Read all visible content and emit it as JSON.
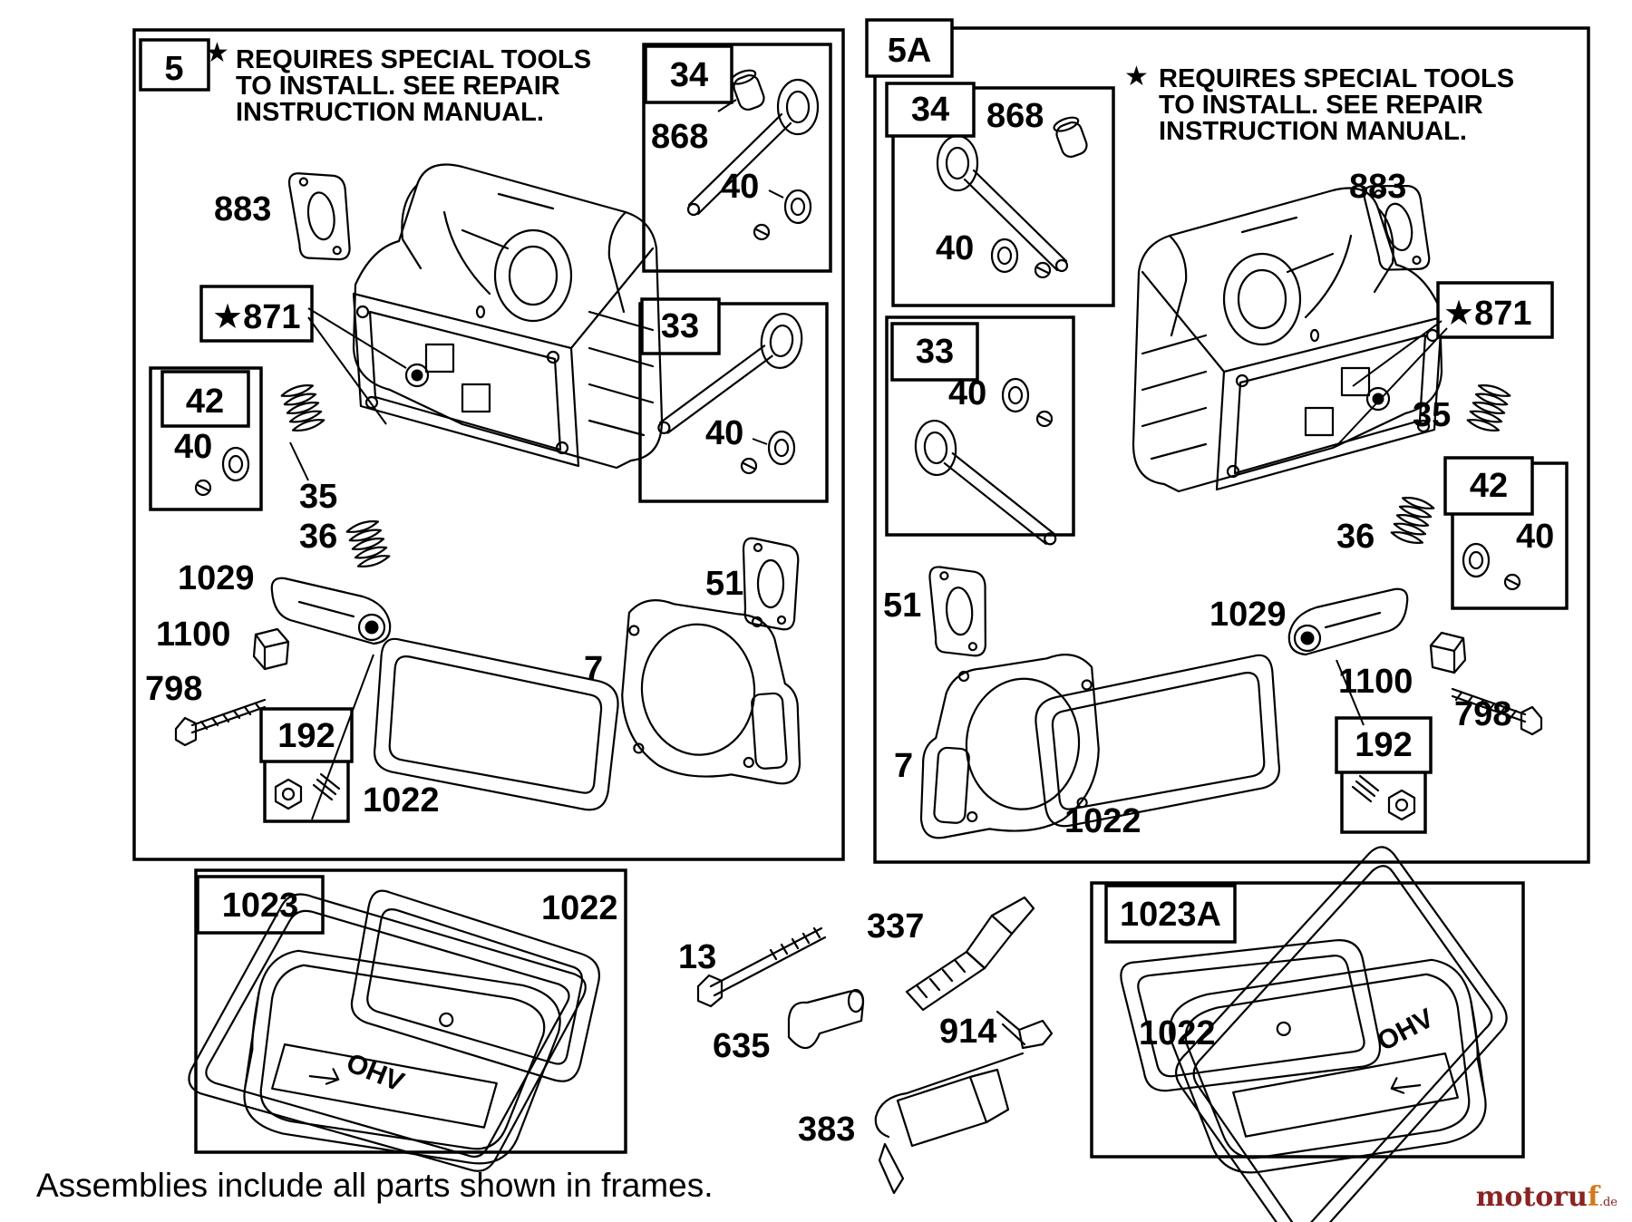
{
  "note": {
    "star": "★",
    "lines": [
      "REQUIRES SPECIAL TOOLS",
      "TO INSTALL.  SEE REPAIR",
      "INSTRUCTION MANUAL."
    ]
  },
  "assembly_left": {
    "frame_label": "5",
    "valve_box_top": {
      "label": "34",
      "parts": [
        "868",
        "40"
      ]
    },
    "valve_box_bottom": {
      "label": "33",
      "parts": [
        "40"
      ]
    },
    "retainer_box": {
      "label": "42",
      "parts": [
        "40"
      ]
    },
    "adjuster_box": {
      "label": "192"
    },
    "callouts": [
      "883",
      "★871",
      "35",
      "36",
      "1029",
      "1100",
      "798",
      "51",
      "7",
      "1022"
    ]
  },
  "assembly_right": {
    "frame_label": "5A",
    "valve_box_top": {
      "label": "34",
      "parts": [
        "868",
        "40"
      ]
    },
    "valve_box_bottom": {
      "label": "33",
      "parts": [
        "40"
      ]
    },
    "retainer_box": {
      "label": "42",
      "parts": [
        "40"
      ]
    },
    "adjuster_box": {
      "label": "192"
    },
    "callouts": [
      "883",
      "★871",
      "35",
      "36",
      "1029",
      "1100",
      "798",
      "51",
      "7",
      "1022"
    ]
  },
  "cover_left": {
    "label": "1023",
    "gasket": "1022",
    "emblem": "OHV"
  },
  "cover_right": {
    "label": "1023A",
    "gasket": "1022",
    "emblem": "OHV"
  },
  "loose_parts": [
    "13",
    "337",
    "635",
    "914",
    "383"
  ],
  "footer": "Assemblies include all parts shown in frames.",
  "watermark": {
    "brand_a": "motoru",
    "brand_f": "f",
    "tld": ".de"
  }
}
